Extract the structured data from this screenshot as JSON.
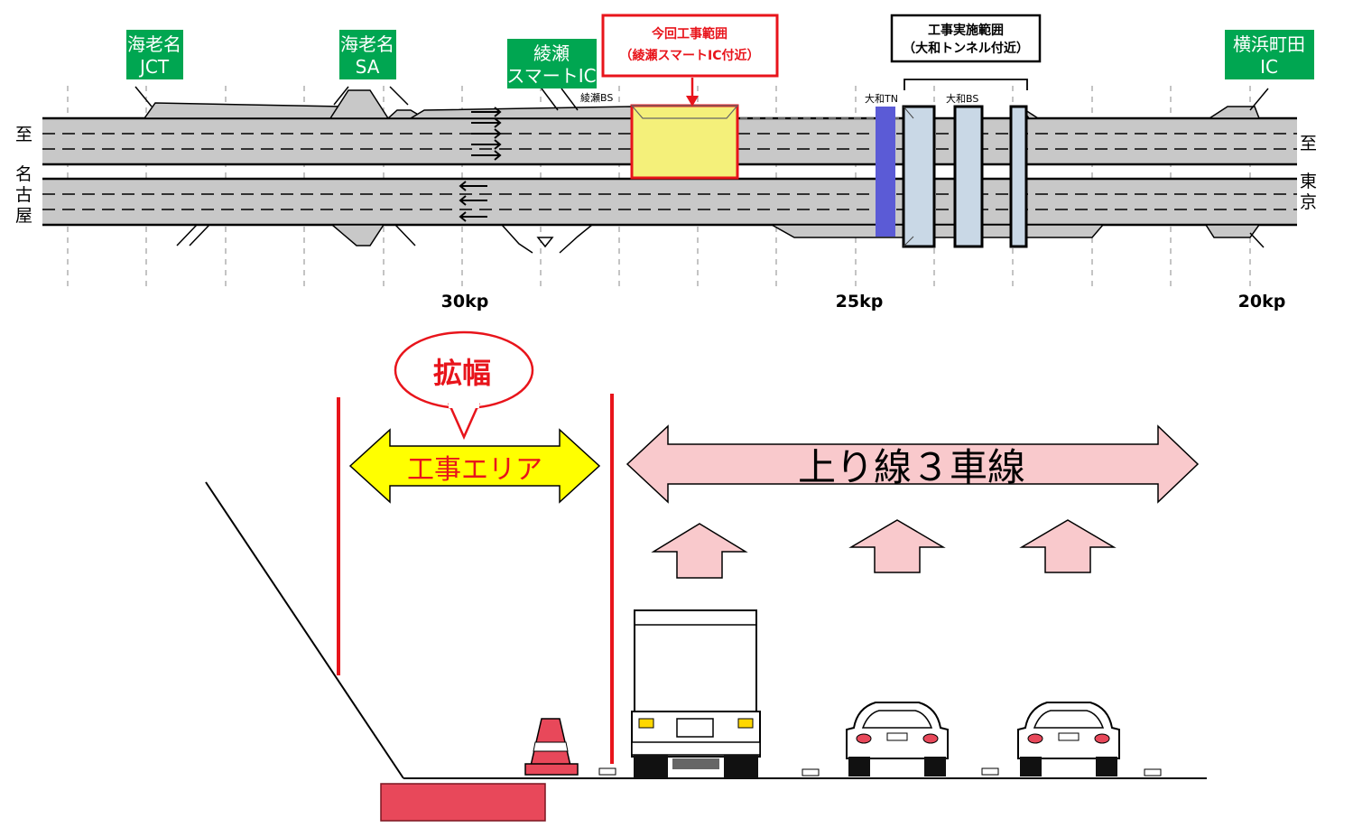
{
  "interchanges": [
    {
      "line1": "海老名",
      "line2": "JCT"
    },
    {
      "line1": "海老名",
      "line2": "SA"
    },
    {
      "line1": "綾瀬",
      "line2": "スマートIC"
    },
    {
      "line1": "横浜町田",
      "line2": "IC"
    }
  ],
  "current_area": {
    "line1": "今回工事範囲",
    "line2": "（綾瀬スマートIC付近）"
  },
  "impl_area": {
    "line1": "工事実施範囲",
    "line2": "（大和トンネル付近）"
  },
  "small_labels": {
    "ayase_bs": "綾瀬BS",
    "yamato_tn": "大和TN",
    "yamato_bs": "大和BS"
  },
  "direction_left": [
    "至",
    "名",
    "古",
    "屋"
  ],
  "direction_right": [
    "至",
    "東",
    "京"
  ],
  "kp_labels": [
    "30kp",
    "25kp",
    "20kp"
  ],
  "section": {
    "bubble": "拡幅",
    "work_area": "工事エリア",
    "lanes": "上り線３車線"
  },
  "colors": {
    "ic_green": "#00a651",
    "road_gray": "#c8c8c8",
    "highlight_yellow": "#f4f07a",
    "alert_red": "#e8141b",
    "tunnel_blue": "#5b5bd6",
    "box_lightblue": "#c9d8e6",
    "arrow_pink": "#f9c9cc",
    "arrow_yellow": "#ffff00"
  }
}
